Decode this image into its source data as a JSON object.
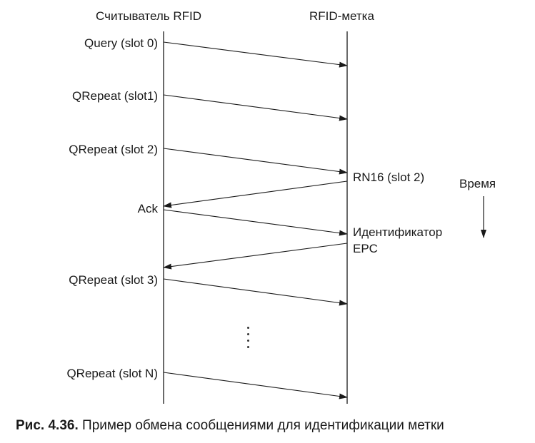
{
  "headers": {
    "reader": "Считыватель RFID",
    "tag": "RFID-метка"
  },
  "messages": [
    {
      "label": "Query (slot 0)",
      "direction": "reader-to-tag"
    },
    {
      "label": "QRepeat (slot1)",
      "direction": "reader-to-tag"
    },
    {
      "label": "QRepeat (slot 2)",
      "direction": "reader-to-tag"
    },
    {
      "label": "RN16 (slot 2)",
      "direction": "tag-to-reader"
    },
    {
      "label": "Ack",
      "direction": "reader-to-tag"
    },
    {
      "label": "Идентификатор",
      "label2": "EPC",
      "direction": "tag-to-reader"
    },
    {
      "label": "QRepeat (slot 3)",
      "direction": "reader-to-tag"
    },
    {
      "label": "QRepeat (slot N)",
      "direction": "reader-to-tag"
    }
  ],
  "time_label": "Время",
  "caption": {
    "figure": "Рис. 4.36.",
    "text": "Пример обмена сообщениями для идентификации метки"
  }
}
